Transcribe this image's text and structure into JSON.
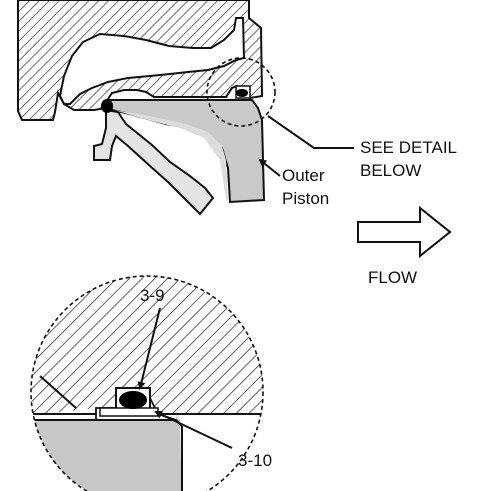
{
  "labels": {
    "see_detail_line1": "SEE DETAIL",
    "see_detail_line2": "BELOW",
    "outer_piston_line1": "Outer",
    "outer_piston_line2": "Piston",
    "flow": "FLOW",
    "callout_3_9": "3-9",
    "callout_3_10": "3-10"
  },
  "colors": {
    "ink": "#111111",
    "hatch": "#222222",
    "piston_fill": "#c9c9c9",
    "piston_inner_fill": "#e4e4e4",
    "detail_fill": "#c7c7c7",
    "seal": "#000000",
    "background": "#ffffff"
  }
}
